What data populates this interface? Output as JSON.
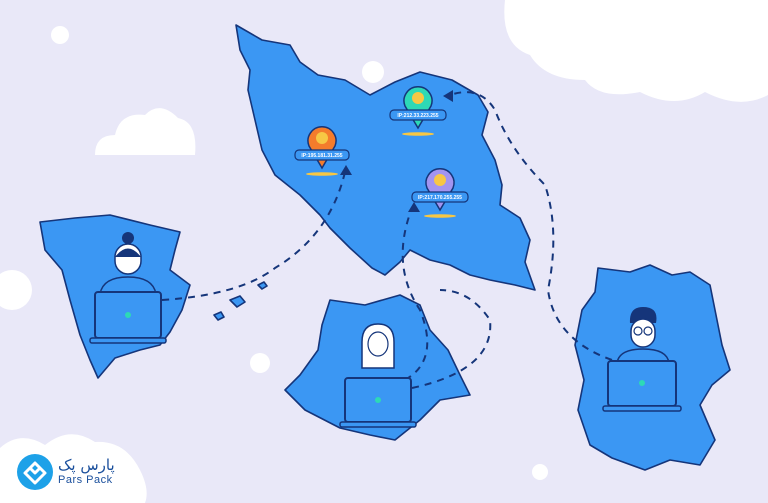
{
  "brand": {
    "name_fa": "پارس پک",
    "name_en": "Pars Pack",
    "color": "#1da1e8"
  },
  "pins": [
    {
      "label": "IP:195.181.31.255",
      "color": "#f47c2c"
    },
    {
      "label": "IP:212.33.223.255",
      "color": "#2dd9b6"
    },
    {
      "label": "IP:217.170.255.255",
      "color": "#a294f0"
    }
  ],
  "colors": {
    "background": "#e9e8f8",
    "map": "#3b97f3",
    "outline": "#15357a",
    "cloud": "#ffffff"
  },
  "users": [
    {
      "location": "spain",
      "icon": "woman-with-bun-icon"
    },
    {
      "location": "iraq",
      "icon": "woman-with-hijab-icon"
    },
    {
      "location": "germany",
      "icon": "man-with-glasses-icon"
    }
  ]
}
